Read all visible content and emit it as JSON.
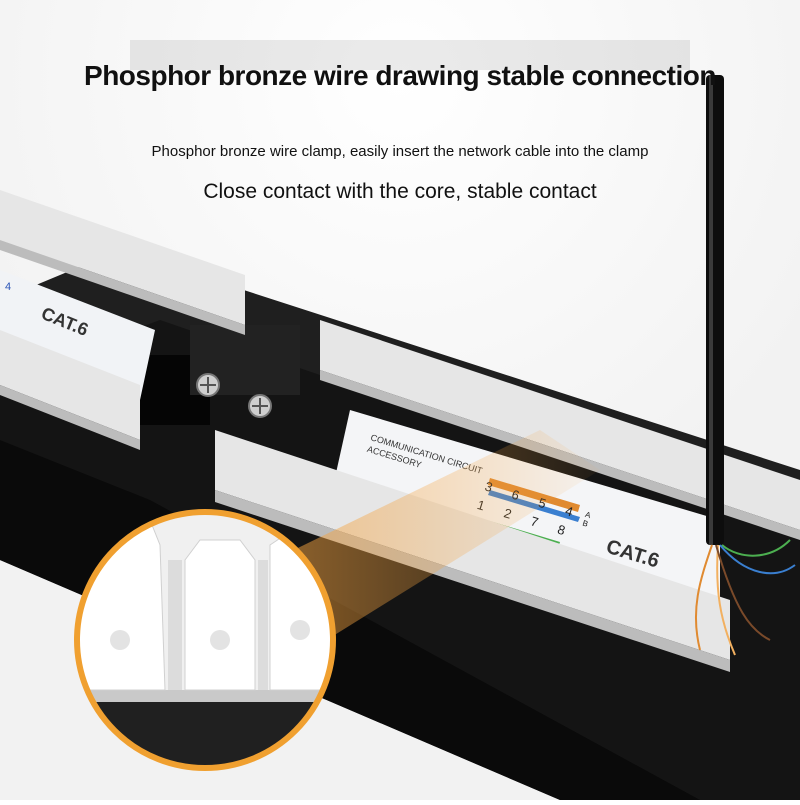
{
  "headline": "Phosphor bronze wire drawing stable connection",
  "subline_1": "Phosphor bronze wire clamp, easily insert the network cable into the clamp",
  "subline_2": "Close contact with the core, stable contact",
  "panel": {
    "label_left": "CAT.6",
    "label_right": "CAT.6",
    "circuit_label_1": "COMMUNICATION CIRCUIT",
    "circuit_label_2": "ACCESSORY",
    "pin_numbers_top": [
      "3",
      "6",
      "5",
      "4"
    ],
    "pin_numbers_bottom": [
      "1",
      "2",
      "7",
      "8"
    ],
    "pair_letters": [
      "A",
      "B"
    ],
    "left_pin_digit": "4"
  },
  "colors": {
    "panel_body": "#141414",
    "clamp_white": "#e8e8e8",
    "callout_ring": "#f0a030",
    "cable_jacket": "#0d0d0d",
    "wire_orange": "#e08a30",
    "wire_green": "#4caf50",
    "wire_blue": "#3a7fd0",
    "wire_brown": "#7a4a2a"
  }
}
